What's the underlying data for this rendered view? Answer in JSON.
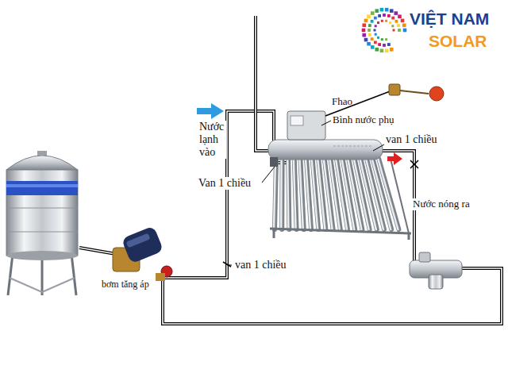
{
  "diagram": {
    "labels": [
      "VIỆT NAM",
      "SOLAR",
      "Fhao",
      "Bình nước phụ",
      "Nước lạnh vào",
      "van 1 chiều",
      "Van 1 chiều",
      "Nước nóng ra",
      "van 1 chiều",
      "bơm tăng áp"
    ]
  }
}
